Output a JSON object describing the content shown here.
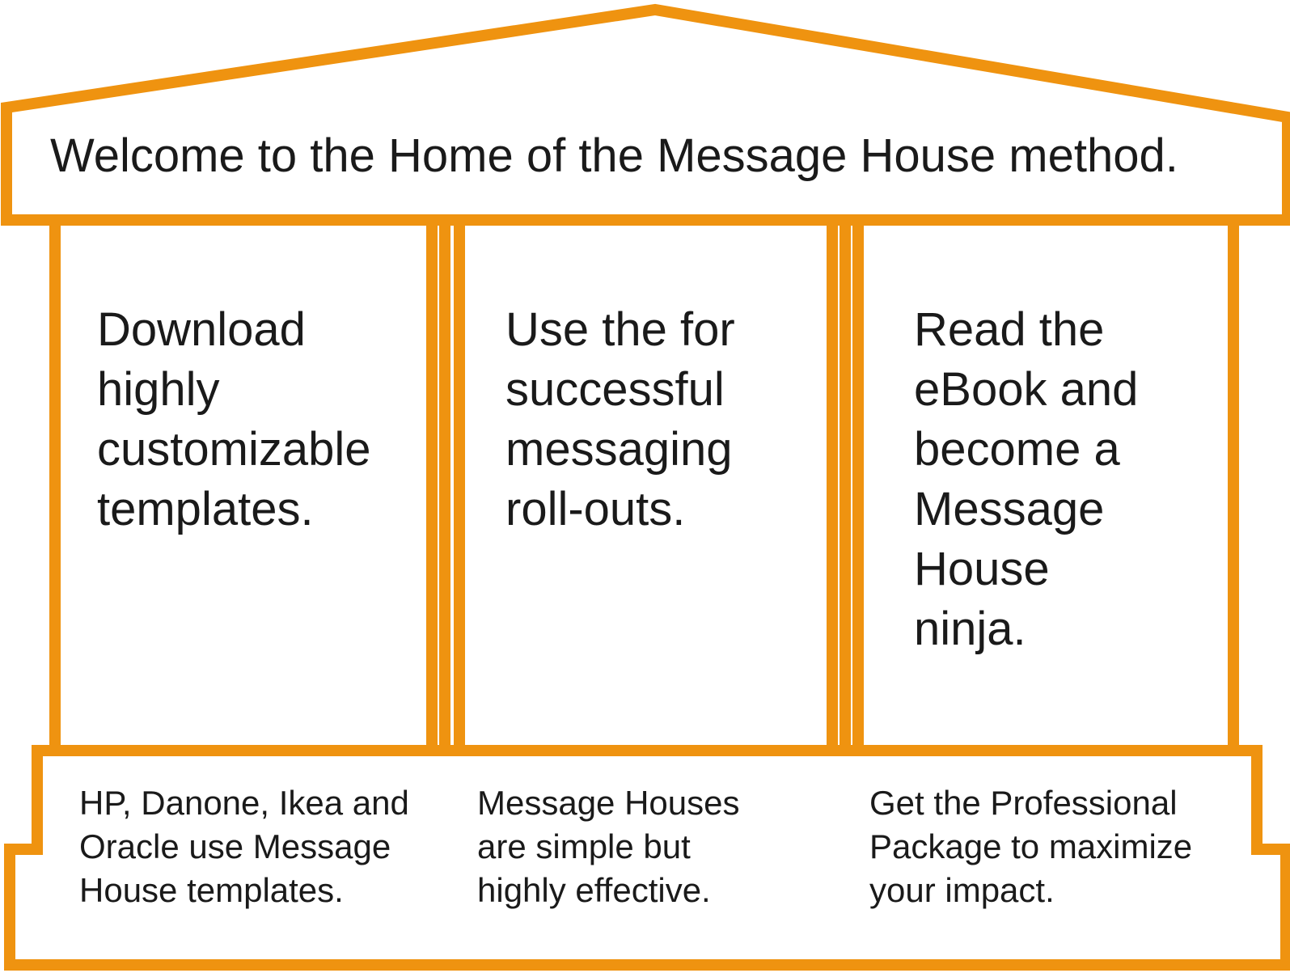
{
  "colors": {
    "outline": "#EF9310",
    "text": "#1a1a1a",
    "background": "#ffffff"
  },
  "roof": {
    "title": "Welcome to the Home of the Message House method."
  },
  "pillars": [
    {
      "lines": [
        "Download",
        "highly",
        "customizable",
        "templates."
      ]
    },
    {
      "lines": [
        "Use the for",
        "successful",
        "messaging",
        "roll-outs."
      ]
    },
    {
      "lines": [
        "Read the",
        "eBook and",
        "become a",
        "Message",
        "House",
        "ninja."
      ]
    }
  ],
  "foundation": [
    {
      "lines": [
        "HP, Danone, Ikea and",
        "Oracle use Message",
        "House templates."
      ]
    },
    {
      "lines": [
        "Message Houses",
        "are simple but",
        "highly effective."
      ]
    },
    {
      "lines": [
        "Get the Professional",
        "Package to maximize",
        "your impact."
      ]
    }
  ]
}
